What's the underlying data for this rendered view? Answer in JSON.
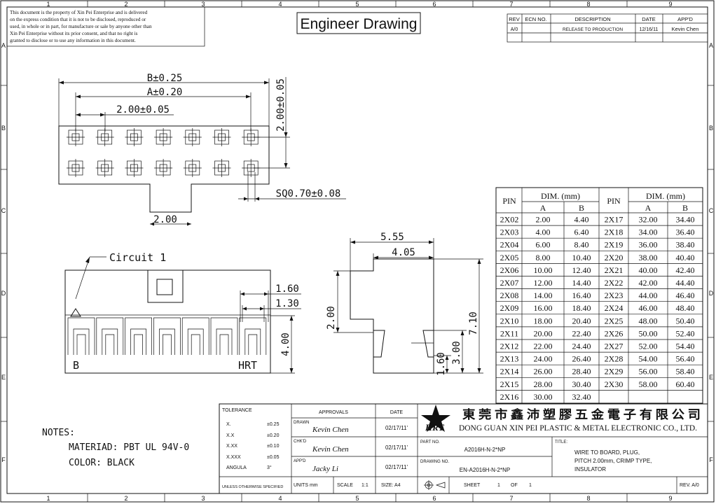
{
  "zone_cols": [
    "1",
    "2",
    "3",
    "4",
    "5",
    "6",
    "7",
    "8",
    "9"
  ],
  "zone_rows": [
    "A",
    "B",
    "C",
    "D",
    "E",
    "F"
  ],
  "disclaimer": [
    "This document is the property of Xin Pei Enterprise and is delivered",
    "on the express condition that it is not to be disclosed, reproduced or",
    "used, in whole or in part, for manufacture or sale by anyone other than",
    "Xin Pei Enterprise without its prior consent, and that no right is",
    "granted to disclose or to use any information in this document."
  ],
  "title": "Engineer Drawing",
  "revision": {
    "headers": [
      "REV",
      "ECN NO.",
      "DESCRIPTION",
      "DATE",
      "APP'D"
    ],
    "row": [
      "A/0",
      "",
      "RELEASE TO PRODUCTION",
      "12/16/11",
      "Kevin Chen"
    ]
  },
  "top_view": {
    "dim_b": "B±0.25",
    "dim_a": "A±0.20",
    "dim_pitch": "2.00±0.05",
    "dim_height": "2.00±0.05",
    "dim_square": "SQ0.70±0.08",
    "dim_tab": "2.00"
  },
  "front_view": {
    "circuit_label": "Circuit 1",
    "dim_1": "1.60",
    "dim_2": "1.30",
    "dim_3": "4.00",
    "mark_b": "B",
    "mark_hrt": "HRT"
  },
  "side_view": {
    "dim_1": "5.55",
    "dim_2": "4.05",
    "dim_3": "2.00",
    "dim_4": "7.10",
    "dim_5": "3.00",
    "dim_6": "1.60"
  },
  "dim_table": {
    "h_pin": "PIN",
    "h_dim": "DIM. (mm)",
    "h_a": "A",
    "h_b": "B",
    "rows": [
      [
        "2X02",
        "2.00",
        "4.40",
        "2X17",
        "32.00",
        "34.40"
      ],
      [
        "2X03",
        "4.00",
        "6.40",
        "2X18",
        "34.00",
        "36.40"
      ],
      [
        "2X04",
        "6.00",
        "8.40",
        "2X19",
        "36.00",
        "38.40"
      ],
      [
        "2X05",
        "8.00",
        "10.40",
        "2X20",
        "38.00",
        "40.40"
      ],
      [
        "2X06",
        "10.00",
        "12.40",
        "2X21",
        "40.00",
        "42.40"
      ],
      [
        "2X07",
        "12.00",
        "14.40",
        "2X22",
        "42.00",
        "44.40"
      ],
      [
        "2X08",
        "14.00",
        "16.40",
        "2X23",
        "44.00",
        "46.40"
      ],
      [
        "2X09",
        "16.00",
        "18.40",
        "2X24",
        "46.00",
        "48.40"
      ],
      [
        "2X10",
        "18.00",
        "20.40",
        "2X25",
        "48.00",
        "50.40"
      ],
      [
        "2X11",
        "20.00",
        "22.40",
        "2X26",
        "50.00",
        "52.40"
      ],
      [
        "2X12",
        "22.00",
        "24.40",
        "2X27",
        "52.00",
        "54.40"
      ],
      [
        "2X13",
        "24.00",
        "26.40",
        "2X28",
        "54.00",
        "56.40"
      ],
      [
        "2X14",
        "26.00",
        "28.40",
        "2X29",
        "56.00",
        "58.40"
      ],
      [
        "2X15",
        "28.00",
        "30.40",
        "2X30",
        "58.00",
        "60.40"
      ],
      [
        "2X16",
        "30.00",
        "32.40",
        "",
        "",
        ""
      ]
    ]
  },
  "notes": {
    "heading": "NOTES:",
    "material": "MATERIAD: PBT UL 94V-0",
    "color": "COLOR: BLACK"
  },
  "tolerance": {
    "heading": "TOLERANCE",
    "rows": [
      [
        "X.",
        "±0.25"
      ],
      [
        "X.X",
        "±0.20"
      ],
      [
        "X.XX",
        "±0.10"
      ],
      [
        "X.XXX",
        "±0.05"
      ],
      [
        "ANGULA",
        "3°"
      ]
    ],
    "footer": "UNLESS OTHERWISE SPECIFIED"
  },
  "approvals": {
    "h_approvals": "APPROVALS",
    "h_date": "DATE",
    "drawn_label": "DRAWN",
    "drawn_name": "Kevin Chen",
    "drawn_date": "02/17/11'",
    "chkd_label": "CHK'D",
    "chkd_name": "Kevin Chen",
    "chkd_date": "02/17/11'",
    "appd_label": "APP'D",
    "appd_name": "Jacky Li",
    "appd_date": "02/17/11'",
    "units": "UNITS mm",
    "scale_label": "SCALE",
    "scale_value": "1:1",
    "size": "SIZE: A4"
  },
  "company": {
    "logo_text": "HRT",
    "name_cn": "東 莞 市 鑫 沛 塑 膠 五 金 電 子 有 限 公 司",
    "name_en": "DONG GUAN XIN PEI PLASTIC & METAL ELECTRONIC CO., LTD."
  },
  "part": {
    "part_no_label": "PART NO.",
    "part_no": "A2016H-N-2*NP",
    "drawing_no_label": "DRAWING NO.",
    "drawing_no": "EN-A2016H-N-2*NP",
    "title_label": "TITLE:",
    "title_lines": [
      "WIRE TO BOARD, PLUG,",
      "PITCH 2.00mm, CRIMP TYPE,",
      "INSULATOR"
    ],
    "sheet_label": "SHEET",
    "sheet_value": "1",
    "of_label": "OF",
    "of_value": "1",
    "rev": "REV. A/0"
  }
}
